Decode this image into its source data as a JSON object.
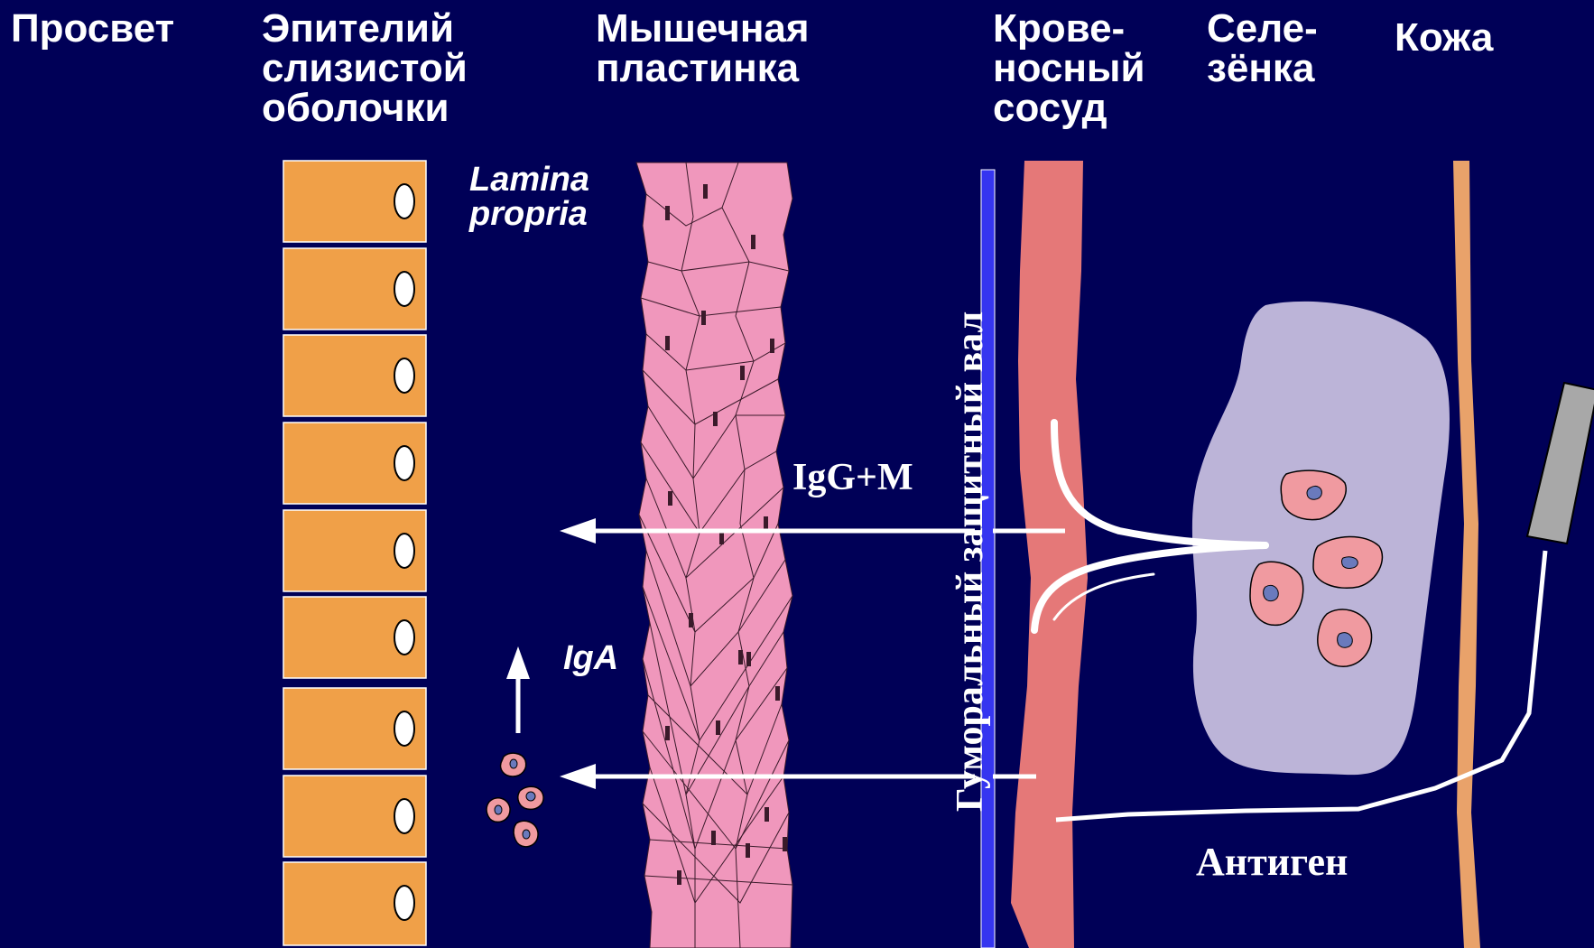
{
  "headers": {
    "lumen": "Просвет",
    "epithelium": "Эпителий\nслизистой\nоболочки",
    "muscularis": "Мышечная\nпластинка",
    "blood_vessel": "Крове-\nносный\nсосуд",
    "spleen": "Селе-\nзёнка",
    "skin": "Кожа"
  },
  "labels": {
    "lamina_propria": "Lamina\npropria",
    "igg_m": "IgG+M",
    "iga": "IgA",
    "humoral_barrier": "Гуморальный защитный вал",
    "antigen": "Антиген"
  },
  "colors": {
    "background": "#000057",
    "epithelial_cell": "#F0A048",
    "muscle_tissue": "#F097BC",
    "blood_vessel": "#E57878",
    "spleen": "#BCB4D8",
    "skin": "#E9A26A",
    "barrier_line": "#3535F0",
    "plasma_cell": "#F09AA0",
    "plasma_nucleus": "#6A7ABD",
    "antigen_probe": "#A8A8A8"
  },
  "icons": {
    "arrow": "arrow-left-icon",
    "arrow_up": "arrow-up-icon",
    "injection": "syringe-icon"
  }
}
